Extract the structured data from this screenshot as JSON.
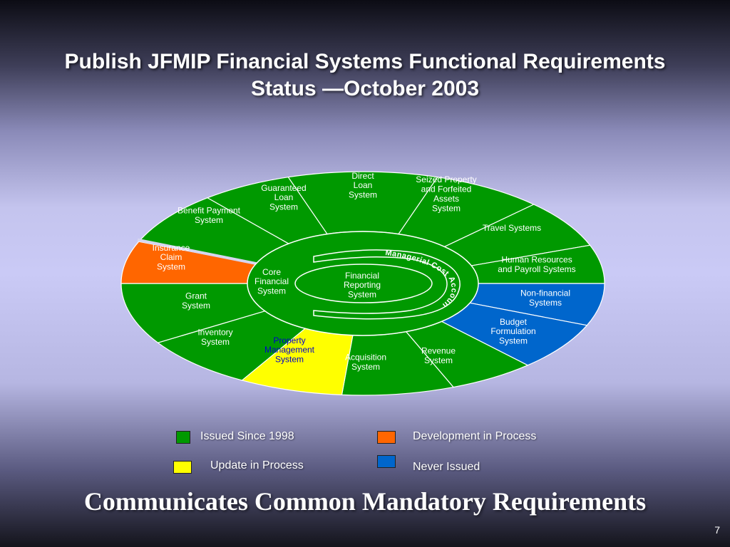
{
  "title": {
    "line1": "Publish JFMIP Financial Systems Functional Requirements",
    "line2": "Status —October 2003"
  },
  "colors": {
    "issued": "#009900",
    "update": "#ffff00",
    "development": "#ff6600",
    "never": "#0066cc",
    "text_on_segment": "#ffffff",
    "text_on_yellow": "#0000cc"
  },
  "wheel": {
    "outer_segments": [
      {
        "id": "direct-loan",
        "lines": [
          "Direct",
          "Loan",
          "System"
        ],
        "status": "issued"
      },
      {
        "id": "seized-property",
        "lines": [
          "Seized Property",
          "and Forfeited",
          "Assets",
          "System"
        ],
        "status": "issued"
      },
      {
        "id": "travel",
        "lines": [
          "Travel Systems"
        ],
        "status": "issued"
      },
      {
        "id": "human-resources",
        "lines": [
          "Human Resources",
          "and Payroll Systems"
        ],
        "status": "issued"
      },
      {
        "id": "non-financial",
        "lines": [
          "Non-financial",
          "Systems"
        ],
        "status": "never"
      },
      {
        "id": "budget-formulation",
        "lines": [
          "Budget",
          "Formulation",
          "System"
        ],
        "status": "never"
      },
      {
        "id": "revenue",
        "lines": [
          "Revenue",
          "System"
        ],
        "status": "issued"
      },
      {
        "id": "acquisition",
        "lines": [
          "Acquisition",
          "System"
        ],
        "status": "issued"
      },
      {
        "id": "property-management",
        "lines": [
          "Property",
          "Management",
          "System"
        ],
        "status": "update"
      },
      {
        "id": "inventory",
        "lines": [
          "Inventory",
          "System"
        ],
        "status": "issued"
      },
      {
        "id": "grant",
        "lines": [
          "Grant",
          "System"
        ],
        "status": "issued"
      },
      {
        "id": "insurance-claim",
        "lines": [
          "Insurance",
          "Claim",
          "System"
        ],
        "status": "development"
      },
      {
        "id": "benefit-payment",
        "lines": [
          "Benefit Payment",
          "System"
        ],
        "status": "issued"
      },
      {
        "id": "guaranteed-loan",
        "lines": [
          "Guaranteed",
          "Loan",
          "System"
        ],
        "status": "issued"
      }
    ],
    "core": {
      "lines": [
        "Core",
        "Financial",
        "System"
      ]
    },
    "managerial_cost": "Managerial Cost Accounting",
    "financial_reporting": {
      "lines": [
        "Financial",
        "Reporting",
        "System"
      ]
    }
  },
  "legend": [
    {
      "status": "issued",
      "label": "Issued Since 1998"
    },
    {
      "status": "development",
      "label": "Development in Process"
    },
    {
      "status": "update",
      "label": "Update in Process"
    },
    {
      "status": "never",
      "label": "Never Issued"
    }
  ],
  "bottom_text": "Communicates Common Mandatory Requirements",
  "page_number": "7"
}
